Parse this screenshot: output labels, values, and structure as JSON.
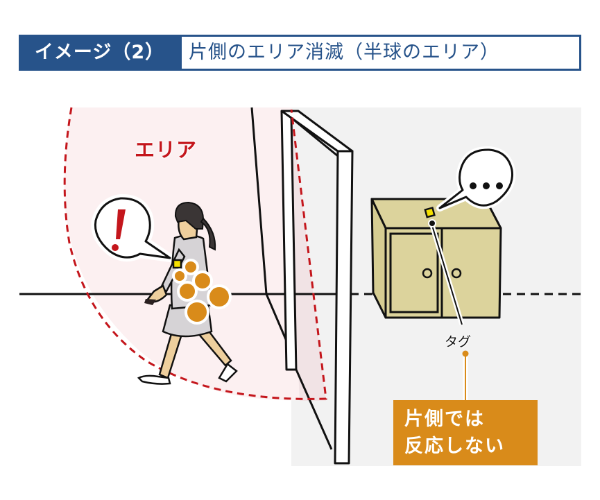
{
  "title": {
    "label": "イメージ（2）",
    "text": "片側のエリア消滅（半球のエリア）"
  },
  "scene": {
    "area_label": "エリア",
    "person_bubble_icon": "exclamation-icon",
    "tag_bubble_icon": "ellipsis-icon",
    "tag_label": "タグ",
    "note_lines": [
      "片側では",
      "反応しない"
    ]
  },
  "colors": {
    "title_bg": "#27538a",
    "area_red": "#c4161c",
    "area_fill": "#fcf0f1",
    "right_room_bg": "#f2f2f2",
    "cabinet": "#dcd39c",
    "tag_yellow": "#f5e000",
    "signal_orange": "#d98b1a",
    "note_bg": "#d98b1a"
  }
}
